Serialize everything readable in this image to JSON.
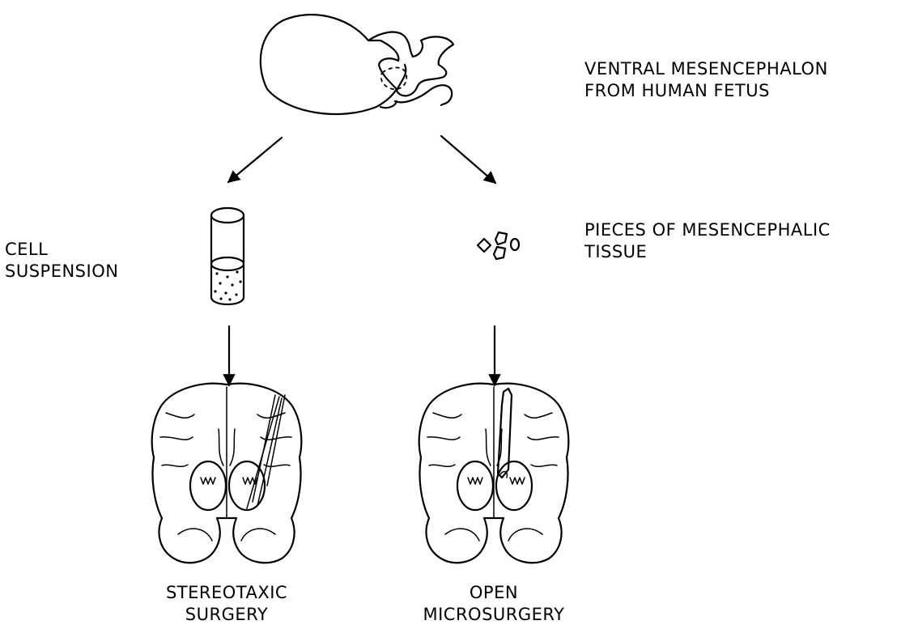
{
  "labels": {
    "source_line1": "VENTRAL MESENCEPHALON",
    "source_line2": "FROM HUMAN FETUS",
    "cells_line1": "CELL",
    "cells_line2": "SUSPENSION",
    "pieces_line1": "PIECES OF MESENCEPHALIC",
    "pieces_line2": "TISSUE",
    "left_line1": "STEREOTAXIC",
    "left_line2": "SURGERY",
    "right_line1": "OPEN",
    "right_line2": "MICROSURGERY"
  }
}
